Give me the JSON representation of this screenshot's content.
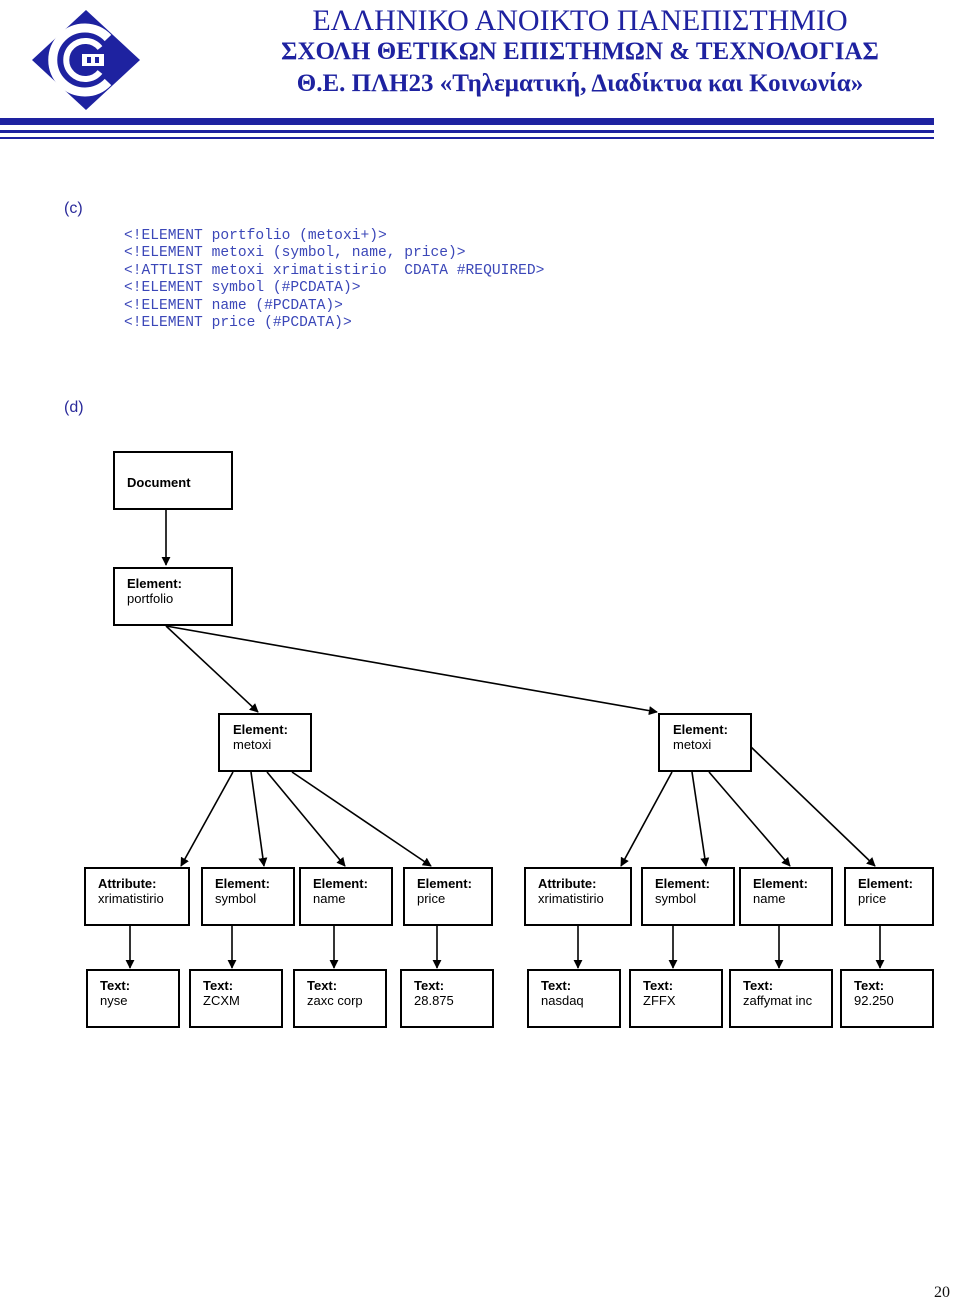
{
  "header": {
    "line1": "ΕΛΛΗΝΙΚΟ ΑΝΟΙΚΤΟ ΠΑΝΕΠΙΣΤΗΜΙΟ",
    "line2": "ΣΧΟΛΗ ΘΕΤΙΚΩΝ ΕΠΙΣΤΗΜΩΝ & ΤΕΧΝΟΛΟΓΙΑΣ",
    "line3": "Θ.Ε. ΠΛΗ23 «Τηλεματική, Διαδίκτυα και Κοινωνία»"
  },
  "section_c": {
    "label": "(c)",
    "lines": [
      "<!ELEMENT portfolio (metoxi+)>",
      "<!ELEMENT metoxi (symbol, name, price)>",
      "<!ATTLIST metoxi xrimatistirio  CDATA #REQUIRED>",
      "<!ELEMENT symbol (#PCDATA)>",
      "<!ELEMENT name (#PCDATA)>",
      "<!ELEMENT price (#PCDATA)>"
    ]
  },
  "section_d": {
    "label": "(d)",
    "document": "Document",
    "root": {
      "kind": "Element:",
      "value": "portfolio"
    },
    "metoxi": [
      {
        "kind": "Element:",
        "value": "metoxi"
      },
      {
        "kind": "Element:",
        "value": "metoxi"
      }
    ],
    "children": [
      {
        "kind": "Attribute:",
        "value": "xrimatistirio"
      },
      {
        "kind": "Element:",
        "value": "symbol"
      },
      {
        "kind": "Element:",
        "value": "name"
      },
      {
        "kind": "Element:",
        "value": "price"
      },
      {
        "kind": "Attribute:",
        "value": "xrimatistirio"
      },
      {
        "kind": "Element:",
        "value": "symbol"
      },
      {
        "kind": "Element:",
        "value": "name"
      },
      {
        "kind": "Element:",
        "value": "price"
      }
    ],
    "texts": [
      {
        "kind": "Text:",
        "value": "nyse"
      },
      {
        "kind": "Text:",
        "value": "ZCXM"
      },
      {
        "kind": "Text:",
        "value": "zaxc corp"
      },
      {
        "kind": "Text:",
        "value": "28.875"
      },
      {
        "kind": "Text:",
        "value": "nasdaq"
      },
      {
        "kind": "Text:",
        "value": "ZFFX"
      },
      {
        "kind": "Text:",
        "value": "zaffymat inc"
      },
      {
        "kind": "Text:",
        "value": "92.250"
      }
    ]
  },
  "page_number": "20",
  "colors": {
    "header_blue": "#1e22a0",
    "code_blue": "#3b47b8"
  }
}
